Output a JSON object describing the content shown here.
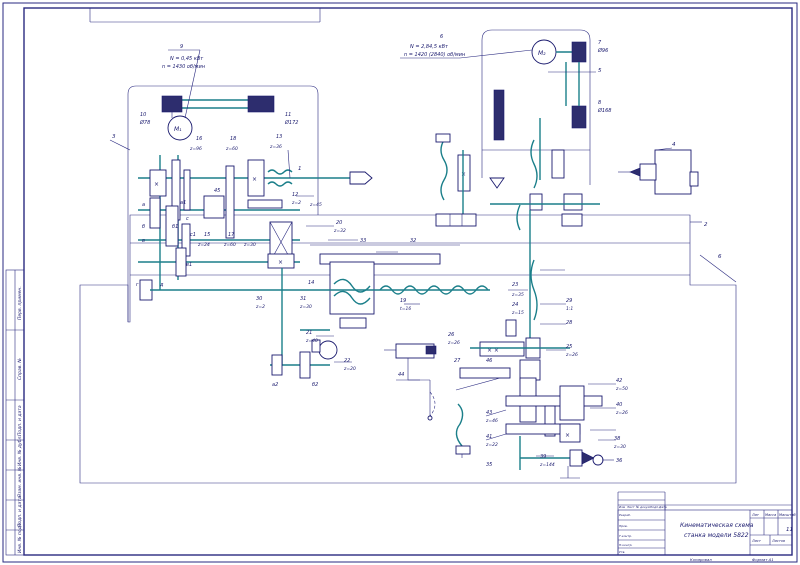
{
  "colors": {
    "frame": "#2a2a80",
    "mechanism": "#1b7f8a",
    "text": "#1a1a6e"
  },
  "title_block": {
    "title_line1": "Кинематическая схема",
    "title_line2": "станка модели 5822",
    "sheet_number": "11",
    "col_lit": "Лит",
    "col_mass": "Масса",
    "col_scale": "Масштаб",
    "col_sheet": "Лист",
    "col_sheets": "Листов",
    "row_izm": "Изм",
    "row_list": "Лист",
    "row_doc": "№ докум.",
    "row_sign": "Подп.",
    "row_date": "Дата",
    "row_razrab": "Разраб.",
    "row_prov": "Пров.",
    "row_tkontr": "Т.контр.",
    "row_nkontr": "Н.контр.",
    "row_utv": "Утв.",
    "copied": "Копировал",
    "format": "Формат   А1"
  },
  "side_stamps": [
    "Перв. примен.",
    "Справ. №",
    "Подп. и дата",
    "Инв. № дубл.",
    "Взам. инв. №",
    "Подп. и дата",
    "Инв. № подл."
  ],
  "motor1": {
    "label": "M₁",
    "callout": "9",
    "power": "N = 0,45 кВт",
    "speed": "n = 1430 об/мин"
  },
  "motor2": {
    "label": "M₂",
    "callout": "6",
    "power": "N = 2,84,5 кВт",
    "speed": "n = 1420 (2840) об/мин"
  },
  "pulleys": {
    "p10": {
      "num": "10",
      "dia": "Ø78"
    },
    "p11": {
      "num": "11",
      "dia": "Ø172"
    },
    "p7": {
      "num": "7",
      "dia": "Ø96"
    },
    "p8": {
      "num": "8",
      "dia": "Ø168"
    }
  },
  "callouts": [
    "1",
    "2",
    "3",
    "4",
    "5",
    "6",
    "12",
    "13",
    "14",
    "15",
    "16",
    "17",
    "18",
    "19",
    "20",
    "21",
    "22",
    "23",
    "24",
    "25",
    "26",
    "27",
    "28",
    "29",
    "30",
    "31",
    "32",
    "33",
    "35",
    "36",
    "37",
    "38",
    "39",
    "40",
    "41",
    "42",
    "43",
    "44",
    "45",
    "46"
  ],
  "gear_labels": [
    "z=96",
    "z=60",
    "z=36",
    "z=24",
    "z=60",
    "z=30",
    "z=2",
    "z=45",
    "z=32",
    "z=2",
    "z=30",
    "z=40",
    "z=20",
    "z=35",
    "z=15",
    "z=26",
    "z=26",
    "1:1",
    "z=50",
    "z=26",
    "z=46",
    "z=22",
    "z=144",
    "z=30",
    "t=16"
  ],
  "letters": [
    "а",
    "б",
    "в",
    "в1",
    "а1",
    "б1",
    "с",
    "с1",
    "г",
    "д",
    "а2",
    "б2"
  ]
}
